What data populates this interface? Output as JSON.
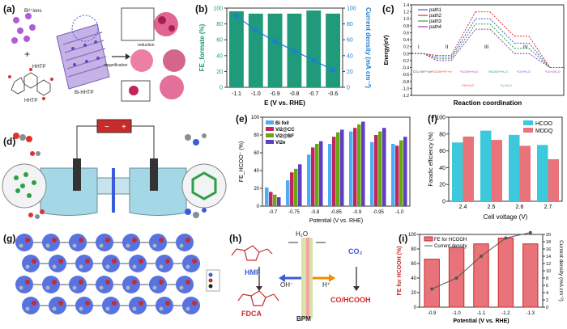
{
  "panels": {
    "a": {
      "label": "(a)",
      "bi_ions": "Bi³⁺ions",
      "hhtp_top": "HHTP",
      "plus": "+",
      "hhtp_bottom": "HHTP",
      "bi_hhtp": "Bi-HHTP",
      "magnification": "magnification",
      "reduction": "reduction"
    },
    "b": {
      "label": "(b)"
    },
    "c": {
      "label": "(c)"
    },
    "d": {
      "label": "(d)"
    },
    "e": {
      "label": "(e)"
    },
    "f": {
      "label": "(f)"
    },
    "g": {
      "label": "(g)"
    },
    "h": {
      "label": "(h)",
      "h2o": "H₂O",
      "hmf": "HMF",
      "co2": "CO₂",
      "oh": "OH⁻",
      "h": "H⁺",
      "fdca": "FDCA",
      "cohcooh": "CO/HCOOH",
      "bpm": "BPM"
    },
    "i": {
      "label": "(i)"
    }
  },
  "chart_data": [
    {
      "id": "b",
      "type": "bar",
      "categories": [
        "-1.1",
        "-1.0",
        "-0.9",
        "-0.8",
        "-0.7",
        "-0.6"
      ],
      "values": [
        96,
        93,
        93,
        93,
        97,
        93
      ],
      "ylabel": "FE_formate (%)",
      "ylim": [
        0,
        100
      ],
      "yticks": [
        0,
        20,
        40,
        60,
        80,
        100
      ],
      "xlabel": "E (V vs. RHE)",
      "series2": {
        "name": "Current density",
        "values": [
          90,
          72,
          58,
          46,
          34,
          22
        ],
        "ylim": [
          0,
          100
        ],
        "ylabel": "Current density (mA cm⁻²)",
        "yticks": [
          0,
          20,
          40,
          60,
          80,
          100
        ]
      }
    },
    {
      "id": "c",
      "type": "line",
      "ylabel": "Energy(eV)",
      "xlabel": "Reaction coordination",
      "ylim": [
        -1.2,
        1.4
      ],
      "yticks": [
        "1.4",
        "1.2",
        "1.0",
        "0.8",
        "0.6",
        "0.4",
        "0.2",
        "0.0",
        "-0.2",
        "-0.4",
        "-0.6",
        "-0.8",
        "-1.0",
        "-1.2"
      ],
      "stages": [
        "I",
        "II",
        "III",
        "IV"
      ],
      "series": [
        {
          "name": "path1",
          "color": "#3b5bdb",
          "values": [
            0,
            -0.1,
            1.0,
            0.3,
            -0.4
          ]
        },
        {
          "name": "path2",
          "color": "#e03131",
          "values": [
            0,
            -0.05,
            1.2,
            0.5,
            -0.4
          ]
        },
        {
          "name": "path3",
          "color": "#2f9e44",
          "values": [
            0,
            -0.15,
            0.85,
            0.15,
            -0.4
          ]
        },
        {
          "name": "path4",
          "color": "#9c36b5",
          "values": [
            0,
            -0.2,
            0.7,
            0.0,
            -0.4
          ]
        }
      ],
      "annotations": [
        "CO₂+2H⁺+2e⁻",
        "*COOH+H⁺+e⁻",
        "*COOH+H₂O",
        "HCOOH+H₂O",
        "*CO+H₂O",
        "*CO+2H₂O",
        "CO+H₂O",
        "H₂+H₂O"
      ]
    },
    {
      "id": "e",
      "type": "bar",
      "categories": [
        "-0.7",
        "-0.75",
        "-0.8",
        "-0.85",
        "-0.9",
        "-0.95",
        "-1.0"
      ],
      "series": [
        {
          "name": "Bi foil",
          "color": "#4dabf7",
          "values": [
            21,
            29,
            58,
            70,
            84,
            72,
            70
          ]
        },
        {
          "name": "VI2@CC",
          "color": "#c2255c",
          "values": [
            16,
            38,
            66,
            78,
            88,
            80,
            68
          ]
        },
        {
          "name": "VI2@BF",
          "color": "#66a80f",
          "values": [
            13,
            42,
            70,
            83,
            92,
            84,
            74
          ]
        },
        {
          "name": "VI2e",
          "color": "#5f3dc4",
          "values": [
            10,
            47,
            73,
            86,
            95,
            88,
            78
          ]
        }
      ],
      "ylabel": "FE_HCOO⁻ (%)",
      "ylim": [
        0,
        100
      ],
      "yticks": [
        0,
        20,
        40,
        60,
        80,
        100
      ],
      "xlabel": "Potential (V vs. RHE)"
    },
    {
      "id": "f",
      "type": "bar",
      "categories": [
        "2.4",
        "2.5",
        "2.6",
        "2.7"
      ],
      "series": [
        {
          "name": "HCOO",
          "color": "#3bc9db",
          "values": [
            70,
            84,
            79,
            67
          ]
        },
        {
          "name": "MDDQ",
          "color": "#e8737a",
          "values": [
            77,
            73,
            66,
            50
          ]
        }
      ],
      "ylabel": "Faradic efficiency (%)",
      "ylim": [
        0,
        100
      ],
      "yticks": [
        0,
        20,
        40,
        60,
        80,
        100
      ],
      "xlabel": "Cell voltage (V)"
    },
    {
      "id": "i",
      "type": "bar",
      "categories": [
        "-0.9",
        "-1.0",
        "-1.1",
        "-1.2",
        "-1.3"
      ],
      "values": [
        66,
        82,
        87,
        95,
        87
      ],
      "ylabel": "FE for HCOOH (%)",
      "ylim": [
        0,
        100
      ],
      "yticks": [
        0,
        20,
        40,
        60,
        80,
        100
      ],
      "xlabel": "Potential (V vs. RHE)",
      "legend": [
        "FE for HCOOH",
        "Current density"
      ],
      "series2": {
        "name": "Current density",
        "values": [
          5,
          8,
          14,
          19,
          20.5
        ],
        "ylim": [
          0,
          20
        ],
        "ylabel": "Current density (mA cm⁻²)",
        "yticks": [
          0,
          2,
          4,
          6,
          8,
          10,
          12,
          14,
          16,
          18,
          20
        ]
      }
    }
  ]
}
